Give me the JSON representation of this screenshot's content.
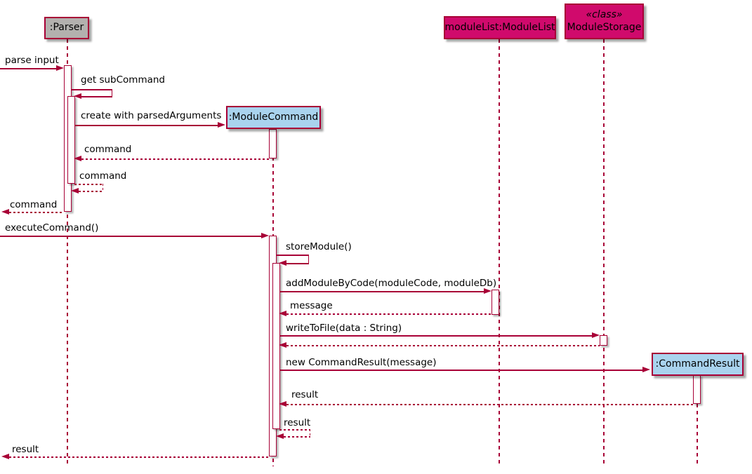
{
  "diagram_type": "uml-sequence-diagram",
  "colors": {
    "line_and_border": "#A80036",
    "participant_gray": "#B3B1AE",
    "participant_magenta": "#D00A6C",
    "participant_blue": "#A9D3EE",
    "activation_fill": "#FFFFFF",
    "background": "#FFFFFF",
    "text": "#000000"
  },
  "participants": {
    "parser": {
      "label": ":Parser"
    },
    "moduleList": {
      "label": "moduleList:ModuleList"
    },
    "moduleStorage": {
      "stereotype": "«class»",
      "label": "ModuleStorage"
    },
    "moduleCommand": {
      "label": ":ModuleCommand"
    },
    "commandResult": {
      "label": ":CommandResult"
    }
  },
  "messages": {
    "parse_input": {
      "label": "parse input",
      "from": "external",
      "to": "parser",
      "style": "solid"
    },
    "get_subcommand": {
      "label": "get subCommand",
      "from": "parser",
      "to": "parser",
      "style": "solid"
    },
    "create_module_command": {
      "label": "create with parsedArguments",
      "from": "parser",
      "to": "moduleCommand",
      "style": "solid",
      "kind": "create"
    },
    "command_return_1": {
      "label": "command",
      "from": "moduleCommand",
      "to": "parser",
      "style": "dashed"
    },
    "command_return_2": {
      "label": "command",
      "from": "parser",
      "to": "parser",
      "style": "dashed"
    },
    "command_return_3": {
      "label": "command",
      "from": "parser",
      "to": "external",
      "style": "dashed"
    },
    "execute_command": {
      "label": "executeCommand()",
      "from": "external",
      "to": "moduleCommand",
      "style": "solid"
    },
    "store_module": {
      "label": "storeModule()",
      "from": "moduleCommand",
      "to": "moduleCommand",
      "style": "solid"
    },
    "add_module_by_code": {
      "label": "addModuleByCode(moduleCode, moduleDb)",
      "from": "moduleCommand",
      "to": "moduleList",
      "style": "solid"
    },
    "message_return": {
      "label": "message",
      "from": "moduleList",
      "to": "moduleCommand",
      "style": "dashed"
    },
    "write_to_file": {
      "label": "writeToFile(data : String)",
      "from": "moduleCommand",
      "to": "moduleStorage",
      "style": "solid"
    },
    "storage_return": {
      "label": "",
      "from": "moduleStorage",
      "to": "moduleCommand",
      "style": "dashed"
    },
    "new_command_result": {
      "label": "new CommandResult(message)",
      "from": "moduleCommand",
      "to": "commandResult",
      "style": "solid",
      "kind": "create"
    },
    "result_return_1": {
      "label": "result",
      "from": "commandResult",
      "to": "moduleCommand",
      "style": "dashed"
    },
    "result_return_2": {
      "label": "result",
      "from": "moduleCommand",
      "to": "moduleCommand",
      "style": "dashed"
    },
    "result_return_3": {
      "label": "result",
      "from": "moduleCommand",
      "to": "external",
      "style": "dashed"
    }
  }
}
